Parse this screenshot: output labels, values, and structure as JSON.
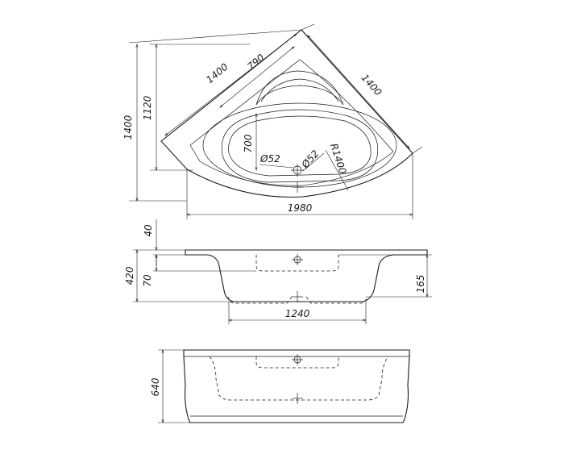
{
  "top_view": {
    "dim_left_1400": "1400",
    "dim_left_1120": "1120",
    "dim_diag_1400": "1400",
    "dim_diag_790": "790",
    "dim_right_1400": "1400",
    "dim_700": "700",
    "dim_d52_left": "Ø52",
    "dim_d52_right": "Ø52",
    "dim_r1400": "R1400",
    "dim_1980": "1980"
  },
  "side_view": {
    "dim_40": "40",
    "dim_420": "420",
    "dim_70": "70",
    "dim_165": "165",
    "dim_1240": "1240"
  },
  "front_view": {
    "dim_640": "640"
  }
}
